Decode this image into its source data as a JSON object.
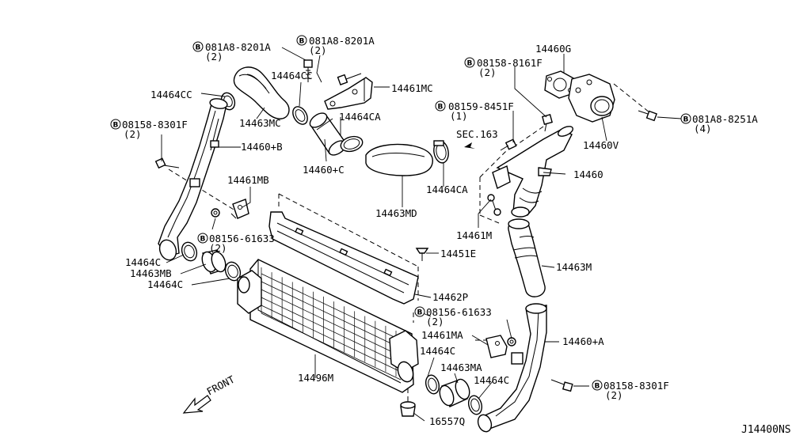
{
  "diagram": {
    "code": "J14400NS",
    "direction": "FRONT",
    "parts": [
      {
        "id": "bolt_081a8_8201a_left",
        "number": "081A8-8201A",
        "qty": "(2)",
        "symbol": "B"
      },
      {
        "id": "bolt_081a8_8201a_mid",
        "number": "081A8-8201A",
        "qty": "(2)",
        "symbol": "B"
      },
      {
        "id": "p14464cc_a",
        "number": "14464CC"
      },
      {
        "id": "p14464cc_b",
        "number": "14464CC"
      },
      {
        "id": "p14463mc",
        "number": "14463MC"
      },
      {
        "id": "p14461mc",
        "number": "14461MC"
      },
      {
        "id": "p14464ca_a",
        "number": "14464CA"
      },
      {
        "id": "p14460c",
        "number": "14460+C"
      },
      {
        "id": "bolt_08158_8301f_left",
        "number": "08158-8301F",
        "qty": "(2)",
        "symbol": "B"
      },
      {
        "id": "p14460b",
        "number": "14460+B"
      },
      {
        "id": "p14461mb",
        "number": "14461MB"
      },
      {
        "id": "bolt_08156_61633_left",
        "number": "08156-61633",
        "qty": "(2)",
        "symbol": "B"
      },
      {
        "id": "p14464c_a",
        "number": "14464C"
      },
      {
        "id": "p14463mb",
        "number": "14463MB"
      },
      {
        "id": "p14464c_b",
        "number": "14464C"
      },
      {
        "id": "p14460g",
        "number": "14460G"
      },
      {
        "id": "bolt_08158_8161f",
        "number": "08158-8161F",
        "qty": "(2)",
        "symbol": "B"
      },
      {
        "id": "bolt_08159_8451f",
        "number": "08159-8451F",
        "qty": "(1)",
        "symbol": "B"
      },
      {
        "id": "sec163",
        "number": "SEC.163"
      },
      {
        "id": "bolt_081a8_8251a",
        "number": "081A8-8251A",
        "qty": "(4)",
        "symbol": "B"
      },
      {
        "id": "p14460v",
        "number": "14460V"
      },
      {
        "id": "p14460",
        "number": "14460"
      },
      {
        "id": "p14464ca_b",
        "number": "14464CA"
      },
      {
        "id": "p14463md",
        "number": "14463MD"
      },
      {
        "id": "p14461m",
        "number": "14461M"
      },
      {
        "id": "p14451e",
        "number": "14451E"
      },
      {
        "id": "p14463m",
        "number": "14463M"
      },
      {
        "id": "p14462p",
        "number": "14462P"
      },
      {
        "id": "bolt_08156_61633_right",
        "number": "08156-61633",
        "qty": "(2)",
        "symbol": "B"
      },
      {
        "id": "p14461ma",
        "number": "14461MA"
      },
      {
        "id": "p14460a",
        "number": "14460+A"
      },
      {
        "id": "p14464c_c",
        "number": "14464C"
      },
      {
        "id": "p14463ma",
        "number": "14463MA"
      },
      {
        "id": "p14464c_d",
        "number": "14464C"
      },
      {
        "id": "bolt_08158_8301f_right",
        "number": "08158-8301F",
        "qty": "(2)",
        "symbol": "B"
      },
      {
        "id": "p14496m",
        "number": "14496M"
      },
      {
        "id": "p16557q",
        "number": "16557Q"
      }
    ]
  }
}
